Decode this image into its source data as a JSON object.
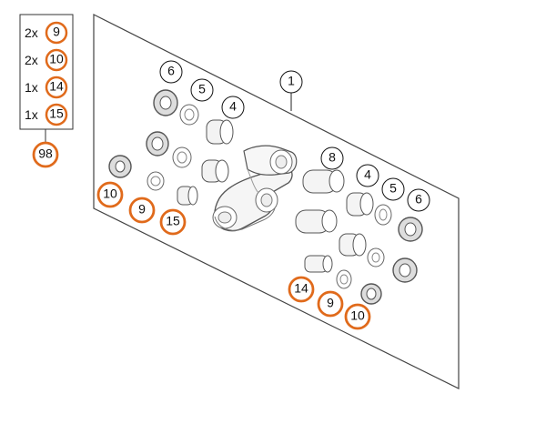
{
  "colors": {
    "accent": "#e06a1b",
    "line": "#222222",
    "part_fill": "#f1f1f1",
    "part_stroke": "#444444"
  },
  "kit": {
    "items": [
      {
        "qty": "2x",
        "part": "9"
      },
      {
        "qty": "2x",
        "part": "10"
      },
      {
        "qty": "1x",
        "part": "14"
      },
      {
        "qty": "1x",
        "part": "15"
      }
    ],
    "set_number": "98"
  },
  "callouts": {
    "c1": "1",
    "c4_left": "4",
    "c5_left": "5",
    "c6_left": "6",
    "c8": "8",
    "c4_right": "4",
    "c5_right": "5",
    "c6_right": "6",
    "c10_left": "10",
    "c9_left": "9",
    "c15": "15",
    "c14": "14",
    "c9_right": "9",
    "c10_right": "10"
  }
}
